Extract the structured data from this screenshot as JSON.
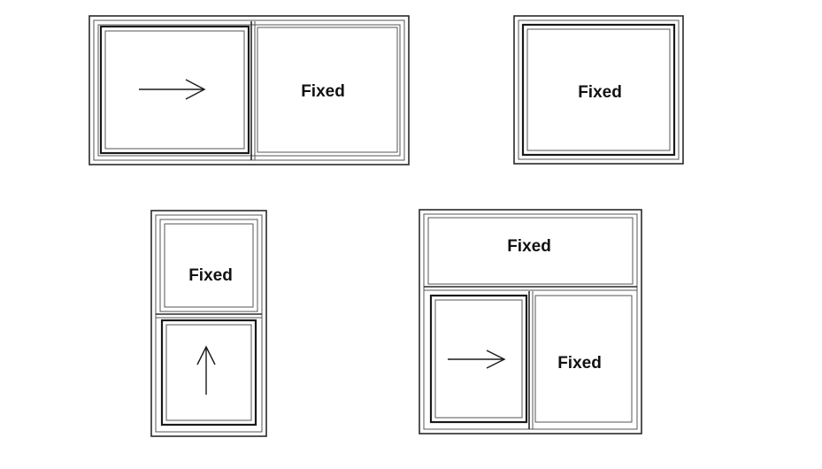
{
  "windows": {
    "slider_horizontal": {
      "sliding_direction": "right",
      "fixed_label": "Fixed"
    },
    "picture": {
      "fixed_label": "Fixed"
    },
    "single_hung": {
      "fixed_label": "Fixed",
      "sliding_direction": "up"
    },
    "combo": {
      "transom_label": "Fixed",
      "fixed_label": "Fixed",
      "sliding_direction": "right"
    }
  }
}
